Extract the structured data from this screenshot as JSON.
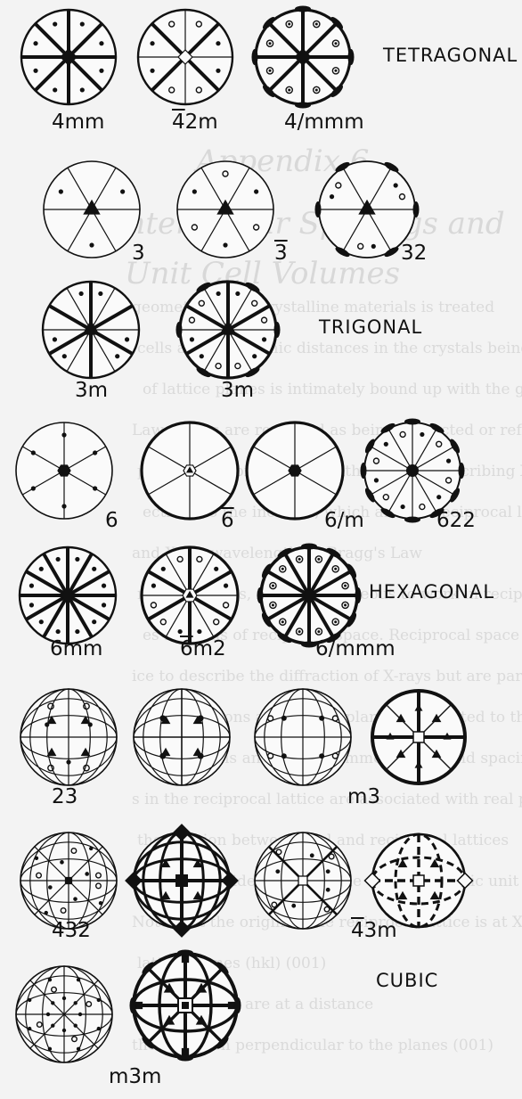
{
  "systems": {
    "tetragonal": "TETRAGONAL",
    "trigonal": "TRIGONAL",
    "hexagonal": "HEXAGONAL",
    "cubic": "CUBIC"
  },
  "groups": [
    {
      "id": "4mm",
      "bar": "",
      "rest": "4mm"
    },
    {
      "id": "-42m",
      "bar": "4",
      "rest": "2m"
    },
    {
      "id": "4/mmm",
      "bar": "",
      "rest": "4/mmm"
    },
    {
      "id": "3",
      "bar": "",
      "rest": "3"
    },
    {
      "id": "-3",
      "bar": "3",
      "rest": ""
    },
    {
      "id": "32",
      "bar": "",
      "rest": "32"
    },
    {
      "id": "3m",
      "bar": "",
      "rest": "3m"
    },
    {
      "id": "-3m",
      "bar": "3",
      "rest": "m"
    },
    {
      "id": "6",
      "bar": "",
      "rest": "6"
    },
    {
      "id": "-6",
      "bar": "6",
      "rest": ""
    },
    {
      "id": "6/m",
      "bar": "",
      "rest": "6/m"
    },
    {
      "id": "622",
      "bar": "",
      "rest": "622"
    },
    {
      "id": "6mm",
      "bar": "",
      "rest": "6mm"
    },
    {
      "id": "-6m2",
      "bar": "6",
      "rest": "m2"
    },
    {
      "id": "6/mmm",
      "bar": "",
      "rest": "6/mmm"
    },
    {
      "id": "23",
      "bar": "",
      "rest": "23"
    },
    {
      "id": "m3",
      "bar": "",
      "rest": "m3"
    },
    {
      "id": "432",
      "bar": "",
      "rest": "432"
    },
    {
      "id": "-43m",
      "bar": "4",
      "rest": "3m"
    },
    {
      "id": "m3m",
      "bar": "",
      "rest": "m3m"
    }
  ],
  "background_page": {
    "heading": [
      "Appendix 6",
      "Interplanar Spacings and",
      "Unit Cell Volumes"
    ],
    "lines": [
      "geometry of the crystalline materials is treated",
      "cells and the atomic distances in the crystals being analysed",
      "of lattice planes is intimately bound up with the geometry of the unit cell",
      "Law, X-rays are regarded as being diffracted or reflected",
      "planes. This provides us with a way of describing X-ray",
      "ections to the incident, which are the reciprocal lattice",
      "and X-ray wavelength by Bragg's Law",
      "nary purposes, it is advantageous to work in reciprocal",
      "es in terms of reciprocal space. Reciprocal space and the reciprocal",
      "ice to describe the diffraction of X-rays but are particularly",
      "how directions and atomic planes are related to their real lattice",
      "w directions and lattice symmetry type and spacings",
      "s in the reciprocal lattice are associated with real planes",
      "the relation between real and reciprocal lattices",
      "ient to consider the example of a monoclinic unit cell",
      "Note that the origin of the reciprocal lattice is at X",
      "lattice planes (hkl) (001)",
      "These points are at a distance",
      "the direction perpendicular to the planes (001)"
    ]
  }
}
